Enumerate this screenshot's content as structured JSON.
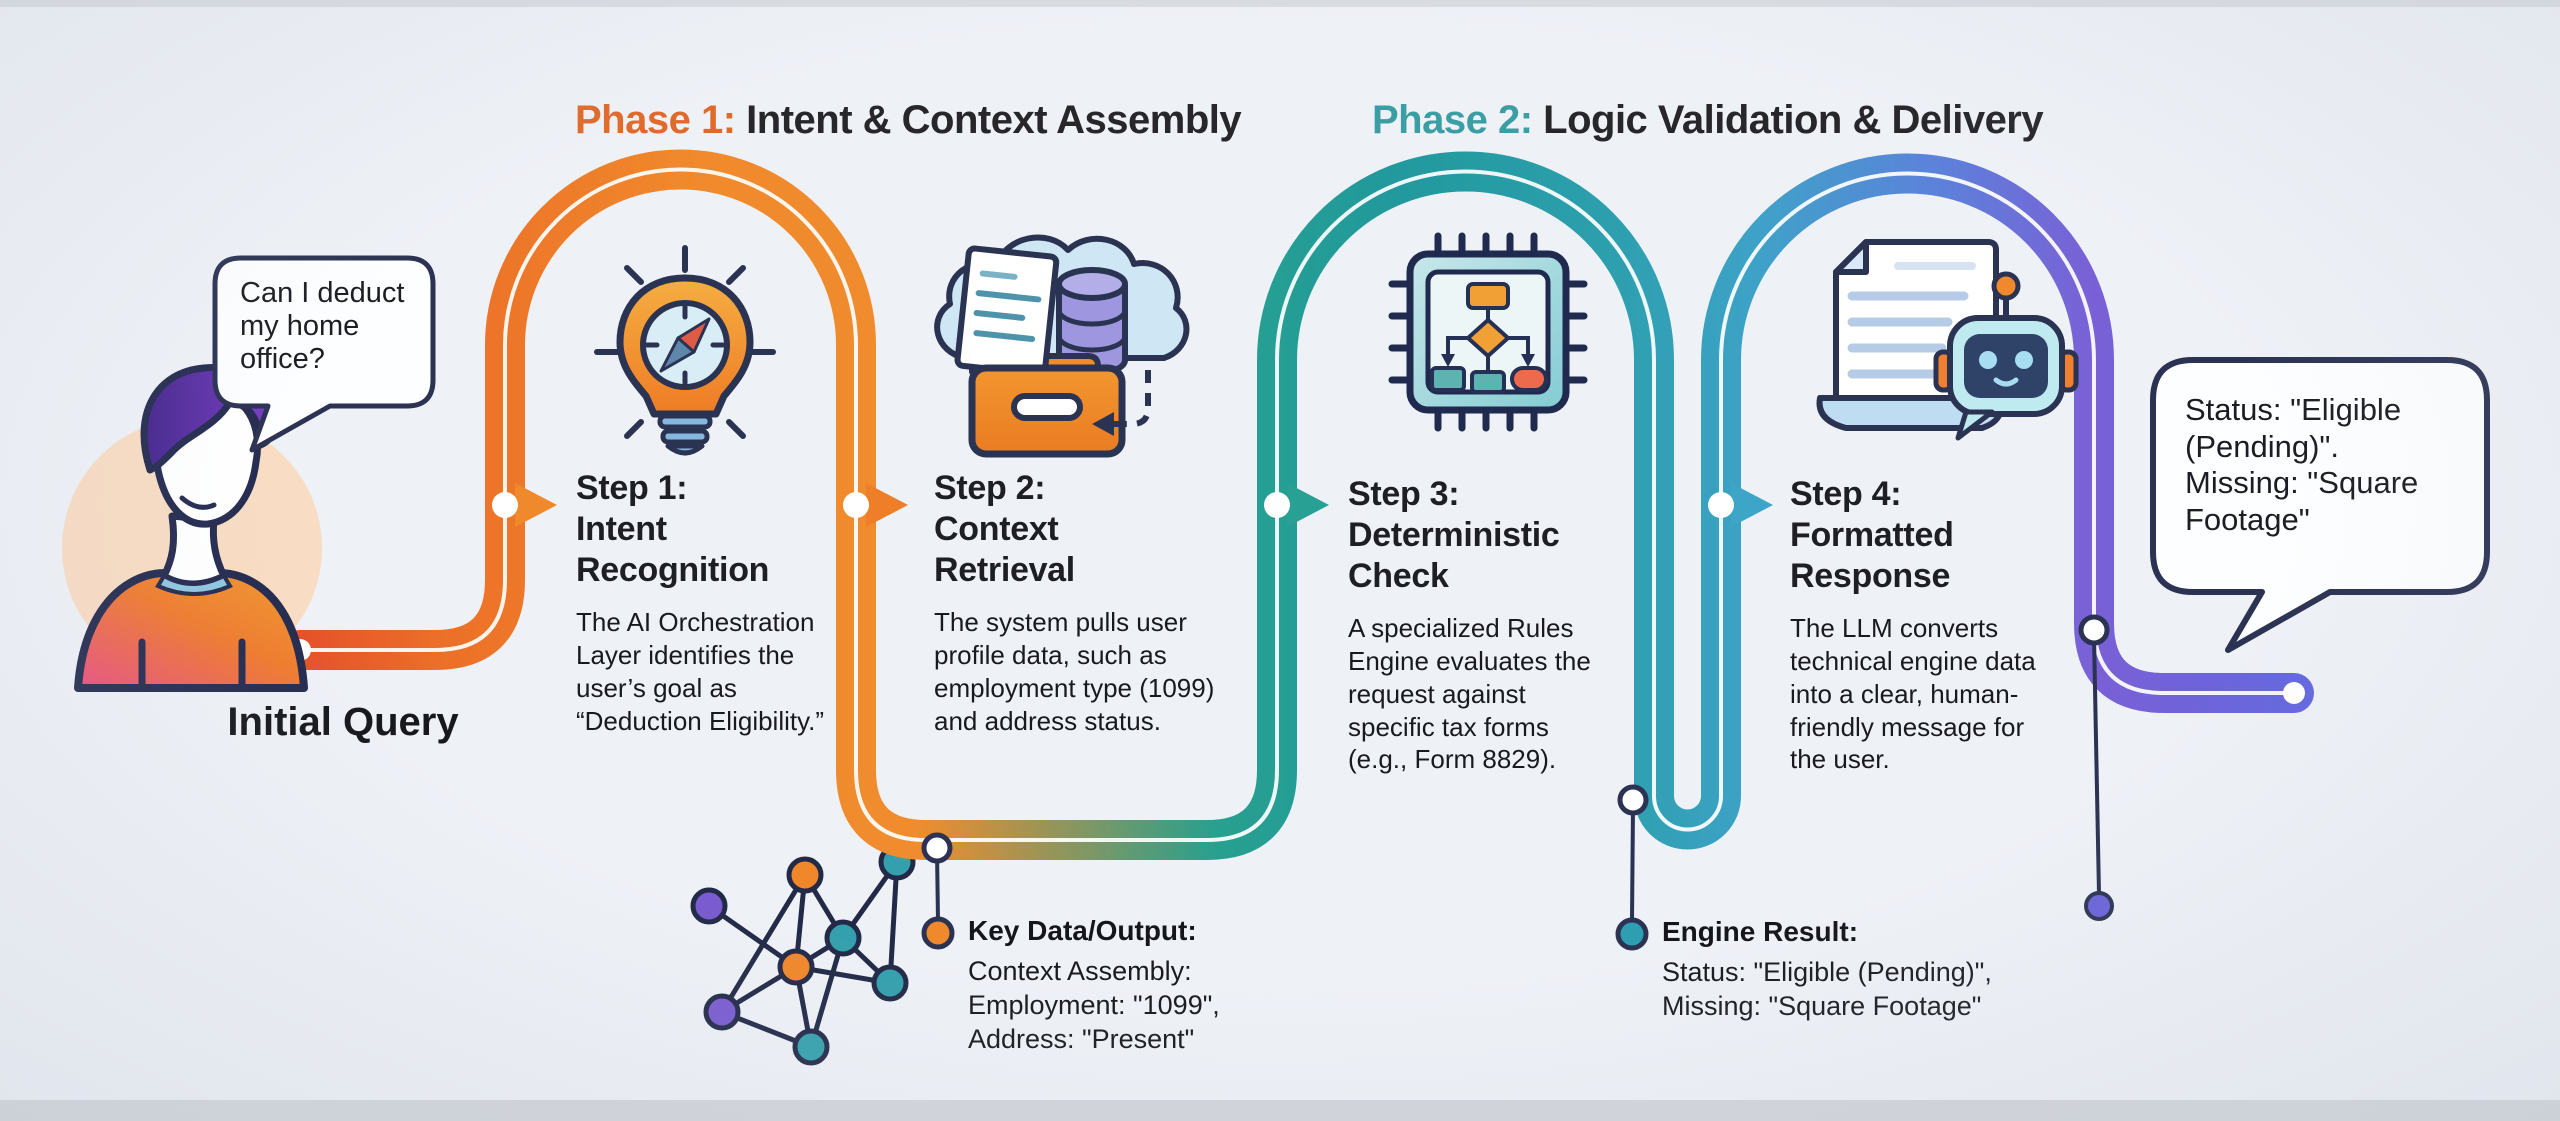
{
  "phase_titles": [
    {
      "label": "Phase 1:",
      "rest": " Intent & Context Assembly",
      "label_color": "#e06a2b"
    },
    {
      "label": "Phase 2:",
      "rest": " Logic Validation & Delivery",
      "label_color": "#3a9ea4"
    }
  ],
  "initial_query": {
    "bubble": "Can I deduct\nmy home\noffice?",
    "caption": "Initial Query"
  },
  "steps": [
    {
      "heading": "Step 1:\nIntent\nRecognition",
      "body": "The AI Orchestration\nLayer identifies the\nuser’s goal as\n“Deduction Eligibility.”",
      "icon": "lightbulb-compass-icon"
    },
    {
      "heading": "Step 2:\nContext\nRetrieval",
      "body": "The system pulls user\nprofile data, such as\nemployment type (1099)\nand address status.",
      "icon": "cloud-database-folder-icon"
    },
    {
      "heading": "Step 3:\nDeterministic\nCheck",
      "body": "A specialized Rules\nEngine evaluates the\nrequest against\nspecific tax forms\n(e.g., Form 8829).",
      "icon": "chip-flowchart-icon"
    },
    {
      "heading": "Step 4:\nFormatted\nResponse",
      "body": "The LLM converts\ntechnical engine data\ninto a clear, human-\nfriendly message for\nthe user.",
      "icon": "document-robot-icon"
    }
  ],
  "callouts": [
    {
      "heading": "Key Data/Output:",
      "body": "Context Assembly:\nEmployment: \"1099\",\nAddress: \"Present\"",
      "bullet_color": "#ef892b"
    },
    {
      "heading": "Engine Result:",
      "body": "Status: \"Eligible (Pending)\",\nMissing: \"Square Footage\"",
      "bullet_color": "#2e9eb2"
    }
  ],
  "output_bubble": "Status: \"Eligible\n(Pending)\".\nMissing: \"Square\nFootage\"",
  "path_colors": {
    "start_orange": "#e5512a",
    "orange": "#f08c2e",
    "teal": "#21999d",
    "blue": "#3ea2c8",
    "purple": "#7a60d6",
    "end_indigo": "#6466de"
  }
}
